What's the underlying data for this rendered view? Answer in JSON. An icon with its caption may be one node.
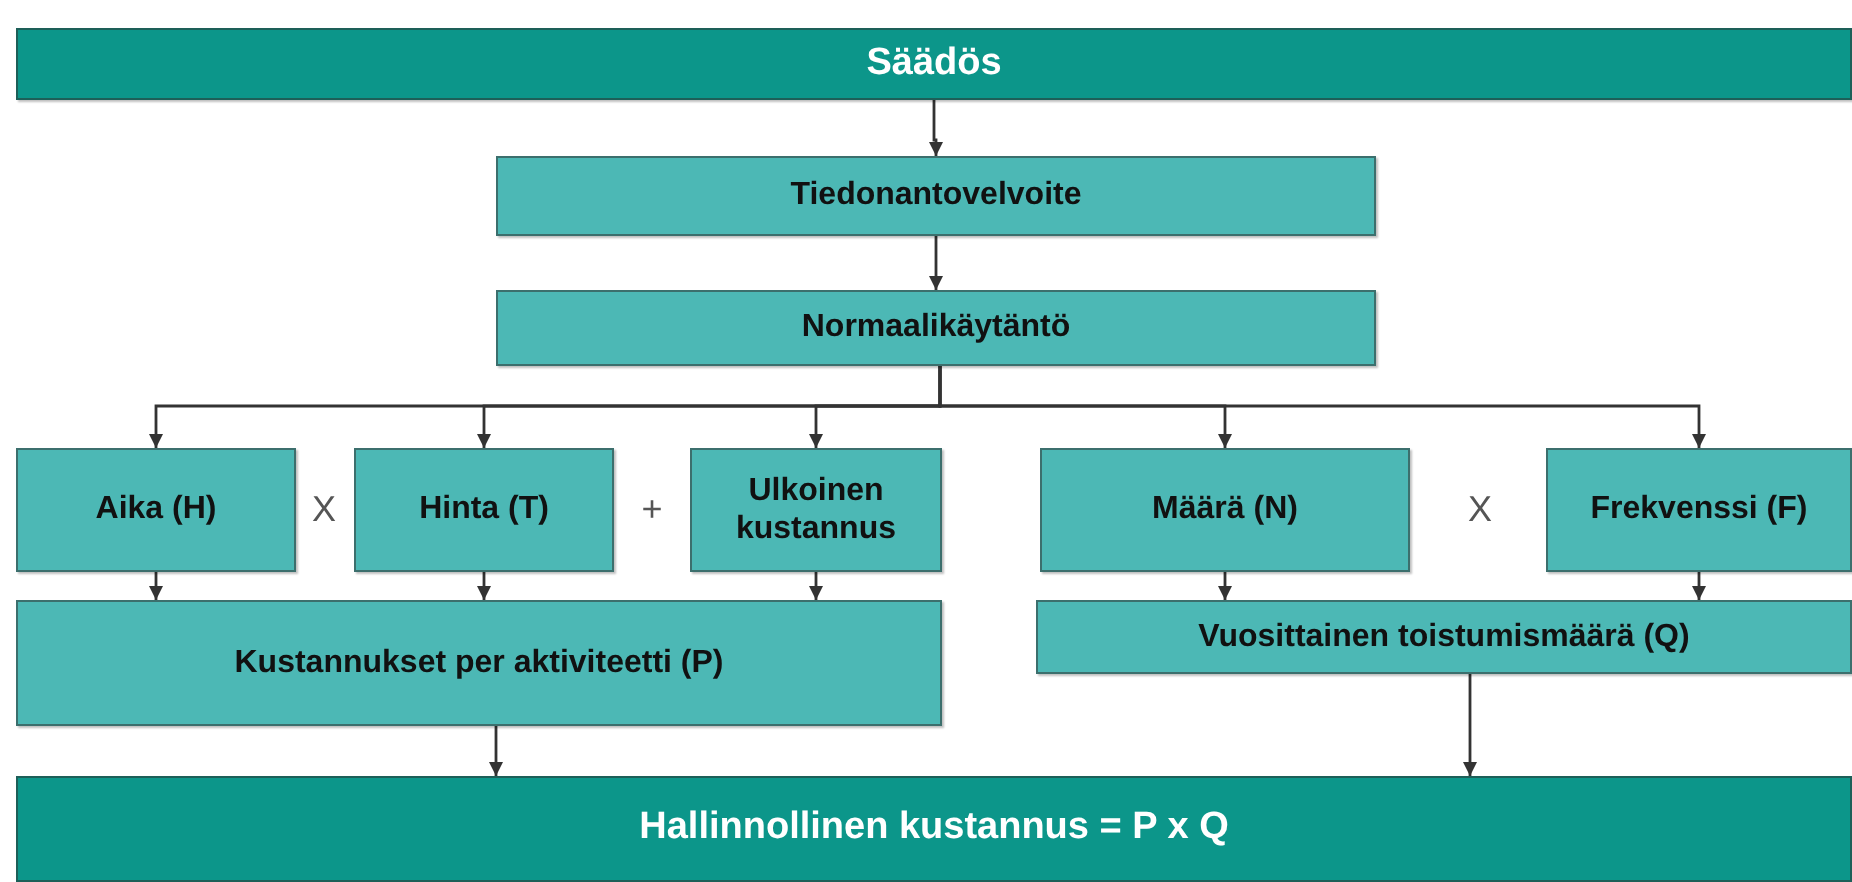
{
  "diagram": {
    "nodes": [
      {
        "text": [
          "Säädös"
        ]
      },
      {
        "text": [
          "Tiedonantovelvoite"
        ]
      },
      {
        "text": [
          "Normaalikäytäntö"
        ]
      },
      {
        "text": [
          "Aika (H)"
        ]
      },
      {
        "text": [
          "Hinta (T)"
        ]
      },
      {
        "text": [
          "Ulkoinen kustannus"
        ]
      },
      {
        "text": [
          "Määrä (N)"
        ]
      },
      {
        "text": [
          "Frekvenssi (F)"
        ]
      },
      {
        "text": [
          "Kustannukset per aktiviteetti (P)"
        ]
      },
      {
        "text": [
          "Vuosittainen toistumismäärä (Q)"
        ]
      },
      {
        "text": [
          "Hallinnollinen kustannus = P x Q"
        ]
      }
    ],
    "edges": [
      {
        "from": 0,
        "to": 1,
        "arrow": "to"
      },
      {
        "from": 1,
        "to": 2,
        "arrow": "to"
      },
      {
        "from": 2,
        "to": 3,
        "arrow": "to"
      },
      {
        "from": 2,
        "to": 4,
        "arrow": "to"
      },
      {
        "from": 2,
        "to": 5,
        "arrow": "to"
      },
      {
        "from": 2,
        "to": 6,
        "arrow": "to"
      },
      {
        "from": 2,
        "to": 7,
        "arrow": "to"
      },
      {
        "from": 3,
        "to": 8,
        "arrow": "to"
      },
      {
        "from": 4,
        "to": 8,
        "arrow": "to"
      },
      {
        "from": 5,
        "to": 8,
        "arrow": "to"
      },
      {
        "from": 6,
        "to": 9,
        "arrow": "to"
      },
      {
        "from": 7,
        "to": 9,
        "arrow": "to"
      },
      {
        "from": 8,
        "to": 10,
        "arrow": "to"
      },
      {
        "from": 9,
        "to": 10,
        "arrow": "to"
      }
    ],
    "labels": [
      "X",
      "+",
      "X"
    ]
  }
}
